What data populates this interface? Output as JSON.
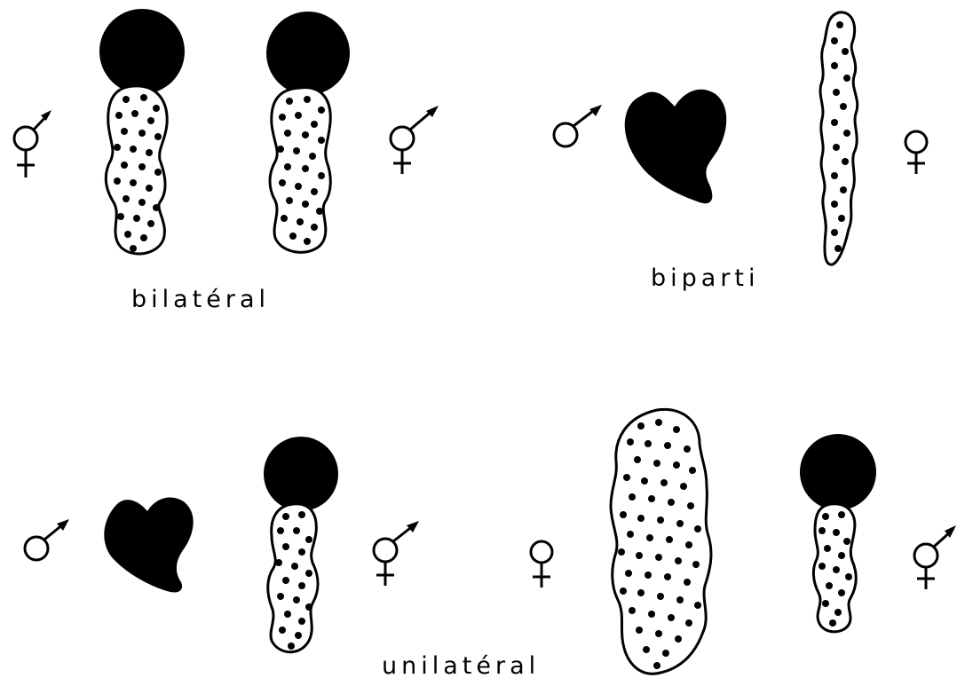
{
  "labels": {
    "bilateral": "bilatéral",
    "biparti": "biparti",
    "unilateral": "unilatéral"
  },
  "symbols": {
    "male": "♂",
    "female": "♀",
    "hermaphrodite": "⚥"
  },
  "colors": {
    "ink": "#000000",
    "paper": "#ffffff"
  }
}
